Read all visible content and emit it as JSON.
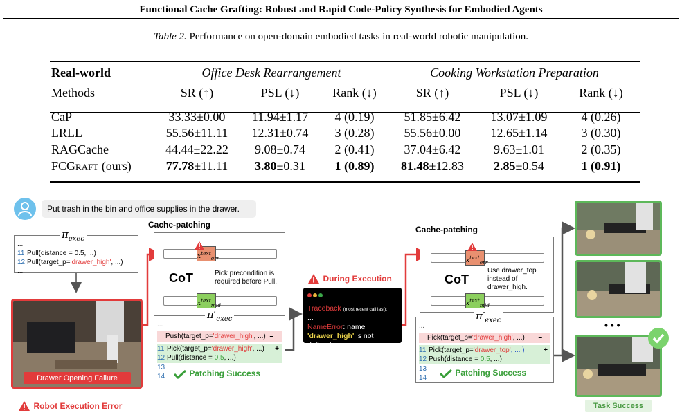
{
  "header": "Functional Cache Grafting: Robust and Rapid Code-Policy Synthesis for Embodied Agents",
  "caption": {
    "label": "Table 2.",
    "text": "Performance on open-domain embodied tasks in real-world robotic manipulation."
  },
  "table": {
    "corner": "Real-world",
    "groups": [
      "Office Desk Rearrangement",
      "Cooking Workstation Preparation"
    ],
    "columns": [
      "Methods",
      "SR (↑)",
      "PSL (↓)",
      "Rank (↓)",
      "SR (↑)",
      "PSL (↓)",
      "Rank (↓)"
    ],
    "rows": [
      {
        "method": "CaP",
        "cells": [
          "33.33±0.00",
          "11.94±1.17",
          "4 (0.19)",
          "51.85±6.42",
          "13.07±1.09",
          "4 (0.26)"
        ]
      },
      {
        "method": "LRLL",
        "cells": [
          "55.56±11.11",
          "12.31±0.74",
          "3 (0.28)",
          "55.56±0.00",
          "12.65±1.14",
          "3 (0.30)"
        ]
      },
      {
        "method": "RAGCache",
        "cells": [
          "44.44±22.22",
          "9.08±0.74",
          "2 (0.41)",
          "37.04±6.42",
          "9.63±1.01",
          "2 (0.35)"
        ]
      },
      {
        "method_prefix": "FCG",
        "method_sc": "raft",
        "method_suffix": " (ours)",
        "bold_parts": [
          "77.78",
          "3.80",
          "1 (0.89)",
          "81.48",
          "2.85",
          "1 (0.91)"
        ],
        "rest_parts": [
          "±11.11",
          "±0.31",
          "",
          "±12.83",
          "±0.54",
          ""
        ]
      }
    ]
  },
  "figure": {
    "task": "Put trash in the bin and office supplies in the drawer.",
    "pi_exec": "π",
    "pi_sub": "exec",
    "pi_prime": "π′",
    "initial_code": [
      {
        "ln": "",
        "text": "..."
      },
      {
        "ln": "11",
        "text": "Pull(distance = 0.5, ...)"
      },
      {
        "ln": "12",
        "pre": "Pull(target_p=",
        "str": "'drawer_high'",
        "post": ", ...)"
      },
      {
        "ln": "",
        "text": "..."
      }
    ],
    "failure_label": "Drawer Opening Failure",
    "robot_error": "Robot Execution Error",
    "cache_patching": "Cache-patching",
    "cot": "CoT",
    "tok_err": "x",
    "tok_err_sup": "text",
    "tok_err_sub": "err",
    "tok_mid_sub": "mid",
    "note1": [
      "Pick precondition is",
      "required before Pull."
    ],
    "note2": [
      "Use drawer_top",
      "instead of",
      "drawer_high."
    ],
    "patch1": {
      "removed": {
        "pre": "Push(target_p=",
        "str": "'drawer_high'",
        "post": ", ...)"
      },
      "added": [
        {
          "ln": "11",
          "pre": "Pick(target_p=",
          "str": "'drawer_high'",
          "post": ", ...)"
        },
        {
          "ln": "12",
          "pre": "Pull(distance = ",
          "num": "0.5",
          "post": ", ...)"
        }
      ],
      "extra_lines": [
        "13",
        "14"
      ]
    },
    "patch2": {
      "removed": {
        "pre": "Pick(target_p=",
        "str": "'drawer_high'",
        "post": ", ...)"
      },
      "added": [
        {
          "ln": "11",
          "pre": "Pick(target_p=",
          "str": "'drawer_top'",
          "post": ", ... )"
        },
        {
          "ln": "12",
          "pre": "Push(distance = ",
          "num": "0.5",
          "post": ", ...)"
        }
      ],
      "extra_lines": [
        "13",
        "14"
      ]
    },
    "patching_success": "Patching Success",
    "during_execution": "During Execution",
    "terminal": {
      "traceback": "Traceback",
      "traceback_note": "(most recent call last):",
      "ellipsis": "...",
      "error_name": "NameError",
      "error_msg": ": name",
      "error_var": "'drawer_high'",
      "error_tail": " is not defined"
    },
    "task_success": "Task Success",
    "more": "• • •",
    "minus": "–",
    "plus": "+",
    "colors": {
      "red": "#e23b3b",
      "green": "#5db85a",
      "blue": "#6ec1ec"
    }
  }
}
